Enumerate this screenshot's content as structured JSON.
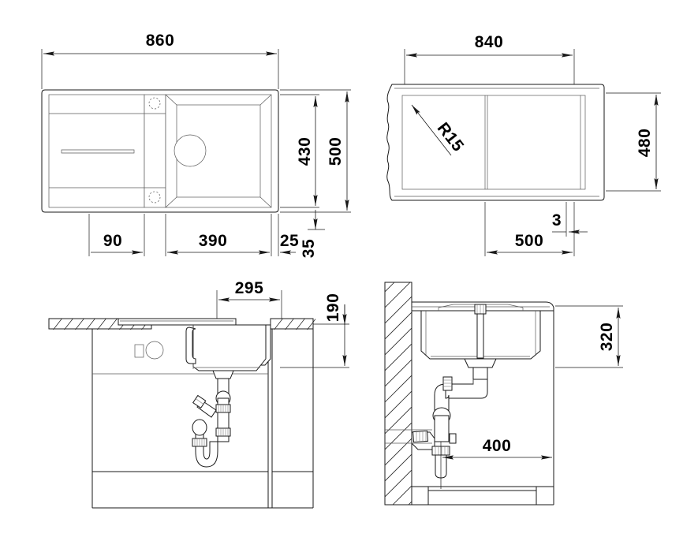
{
  "drawing": {
    "title": "Kitchen sink installation technical drawing",
    "line_color": "#1a1a1a",
    "thin_line_color": "#5a5a5a",
    "background": "#ffffff",
    "units": "mm"
  },
  "views": {
    "top_left": {
      "name": "plan-view-sink-top",
      "dimensions": {
        "overall_width": "860",
        "overall_depth": "500",
        "bowl_depth": "430",
        "rim_offset_bottom": "35",
        "drainer_edge": "90",
        "bowl_width": "390",
        "right_edge": "25"
      }
    },
    "top_right": {
      "name": "plan-view-cutout",
      "dimensions": {
        "cutout_width": "840",
        "cutout_depth": "480",
        "corner_radius": "R15",
        "bowl_center_offset": "500",
        "web_thickness": "3"
      }
    },
    "bottom_left": {
      "name": "front-section-view",
      "dimensions": {
        "bowl_center_from_edge": "295",
        "bowl_depth_vertical": "190"
      }
    },
    "bottom_right": {
      "name": "side-section-view",
      "dimensions": {
        "height_below_top": "320",
        "depth_from_wall": "400"
      }
    }
  },
  "labels": {
    "d860": "860",
    "d500v": "500",
    "d430": "430",
    "d35": "35",
    "d90": "90",
    "d390": "390",
    "d25": "25",
    "d840": "840",
    "d480": "480",
    "r15": "R15",
    "d500h": "500",
    "d3": "3",
    "d295": "295",
    "d190": "190",
    "d320": "320",
    "d400": "400"
  }
}
